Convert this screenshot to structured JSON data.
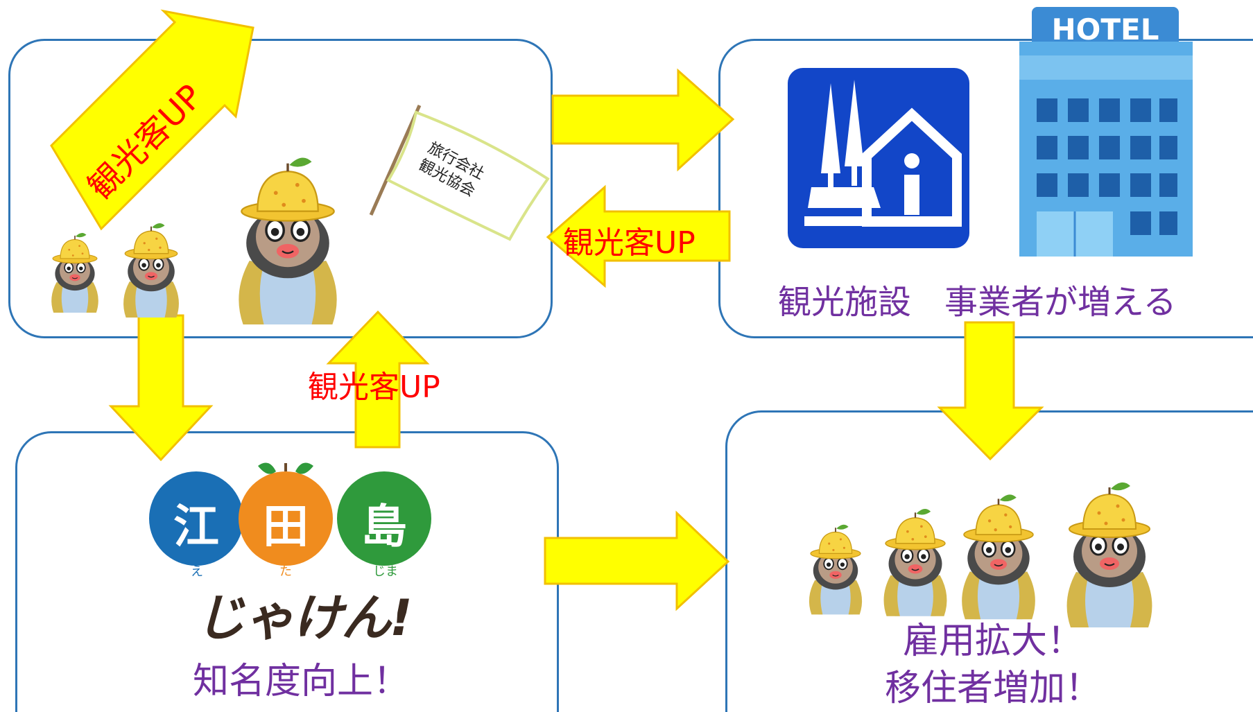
{
  "diagram": {
    "top_left": {
      "arrow_label_diagonal": "観光客UP",
      "flag_lines": [
        "旅行会社",
        "観光協会"
      ]
    },
    "top_right": {
      "caption": "観光施設　事業者が増える",
      "hotel_sign": "HOTEL"
    },
    "bottom_left": {
      "logo_kanji": [
        "江",
        "田",
        "島"
      ],
      "logo_ruby": [
        "え",
        "た",
        "じま"
      ],
      "logo_tagline": "じゃけん!",
      "caption": "知名度向上！"
    },
    "bottom_right": {
      "caption_line1": "雇用拡大！",
      "caption_line2": "移住者増加！"
    },
    "arrow_labels": {
      "left_arrow": "観光客UP",
      "up_arrow": "観光客UP"
    }
  },
  "colors": {
    "box_border": "#2e75b6",
    "arrow_fill": "#ffff00",
    "arrow_stroke": "#f2c000",
    "caption_text": "#7030a0",
    "label_text": "#ff0000",
    "logo_blue": "#1a6fb5",
    "logo_orange": "#f08c1e",
    "logo_green": "#2f9a3c",
    "info_sign_blue": "#1246c8"
  }
}
